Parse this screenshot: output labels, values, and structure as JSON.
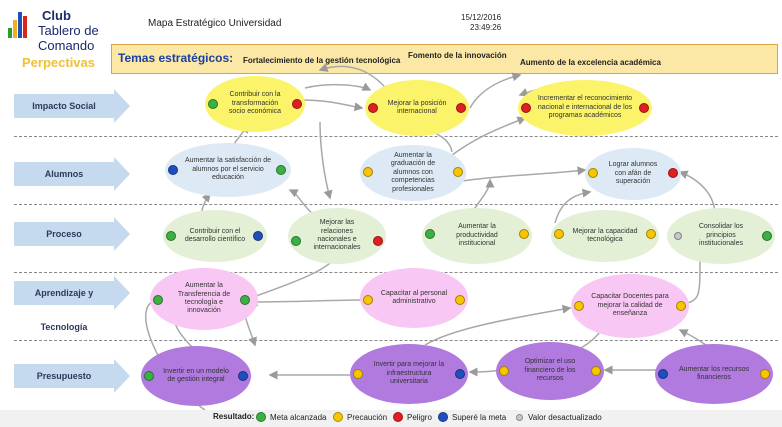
{
  "header": {
    "logo_club": "Club",
    "logo_tablero": "Tablero de Comando",
    "title": "Mapa Estratégico Universidad",
    "date": "15/12/2016",
    "time": "23:49:26"
  },
  "perspectives_label": "Perpectivas",
  "themes": {
    "title": "Temas estratégicos:",
    "items": [
      "Fortalecimiento de la gestión tecnológica",
      "Fomento de la innovación",
      "Aumento de la excelencia académica"
    ]
  },
  "rows": [
    "Impacto Social",
    "Alumnos",
    "Proceso",
    "Aprendizaje y Tecnología",
    "Presupuesto"
  ],
  "colors": {
    "green": "#3cb043",
    "yellow": "#f7c600",
    "red": "#e02020",
    "blue": "#1f4fbf",
    "gray": "#c8c8c8",
    "node_yellow": "#fbf36a",
    "node_blue": "#dde9f4",
    "node_green": "#e3f0d6",
    "node_pink": "#f9c7f4",
    "node_purple": "#b07adf",
    "arrow": "#c5d9ef",
    "row_label": "#2b3a5a"
  },
  "nodes": [
    {
      "id": "n1",
      "text": "Contribuir con la transformación socio económica",
      "fill": "yellow",
      "dots": [
        "green",
        "red"
      ]
    },
    {
      "id": "n2",
      "text": "Mejorar la posición internacional",
      "fill": "yellow",
      "dots": [
        "red",
        "red"
      ]
    },
    {
      "id": "n3",
      "text": "Incrementar el reconocimiento nacional e internacional de los programas académicos",
      "fill": "yellow",
      "dots": [
        "red",
        "red"
      ]
    },
    {
      "id": "n4",
      "text": "Aumentar la satisfacción de alumnos por el servicio educación",
      "fill": "blue",
      "dots": [
        "blue",
        "green"
      ]
    },
    {
      "id": "n5",
      "text": "Aumentar la graduación de alumnos con competencias profesionales",
      "fill": "blue",
      "dots": [
        "yellow",
        "yellow"
      ]
    },
    {
      "id": "n6",
      "text": "Lograr alumnos con afán de superación",
      "fill": "blue",
      "dots": [
        "yellow",
        "red"
      ]
    },
    {
      "id": "n7",
      "text": "Contribuir con el desarrollo científico",
      "fill": "green",
      "dots": [
        "green",
        "blue"
      ]
    },
    {
      "id": "n8",
      "text": "Mejorar las relaciones nacionales e internacionales",
      "fill": "green",
      "dots": [
        "green",
        "red"
      ]
    },
    {
      "id": "n9",
      "text": "Aumentar la productividad institucional",
      "fill": "green",
      "dots": [
        "green",
        "yellow"
      ]
    },
    {
      "id": "n10",
      "text": "Mejorar la capacidad tecnológica",
      "fill": "green",
      "dots": [
        "yellow",
        "yellow"
      ]
    },
    {
      "id": "n11",
      "text": "Consolidar los principios institucionales",
      "fill": "green",
      "dots": [
        "gray",
        "green"
      ]
    },
    {
      "id": "n12",
      "text": "Aumentar la Transferencia de tecnología e innovación",
      "fill": "pink",
      "dots": [
        "green",
        "green"
      ]
    },
    {
      "id": "n13",
      "text": "Capacitar al personal administrativo",
      "fill": "pink",
      "dots": [
        "yellow",
        "yellow"
      ]
    },
    {
      "id": "n14",
      "text": "Capacitar Docentes para mejorar la calidad de enseñanza",
      "fill": "pink",
      "dots": [
        "yellow",
        "yellow"
      ]
    },
    {
      "id": "n15",
      "text": "Invertir en un modelo de gestión integral",
      "fill": "purple",
      "dots": [
        "green",
        "blue"
      ]
    },
    {
      "id": "n16",
      "text": "Invertir para mejorar la infraestructura universitaria",
      "fill": "purple",
      "dots": [
        "yellow",
        "blue"
      ]
    },
    {
      "id": "n17",
      "text": "Optimizar el uso financiero de los recursos",
      "fill": "purple",
      "dots": [
        "yellow",
        "yellow"
      ]
    },
    {
      "id": "n18",
      "text": "Aumentar los recursos financieros",
      "fill": "purple",
      "dots": [
        "blue",
        "yellow"
      ]
    }
  ],
  "legend": {
    "title": "Resultado:",
    "items": [
      {
        "label": "Meta alcanzada",
        "color": "green"
      },
      {
        "label": "Precaución",
        "color": "yellow"
      },
      {
        "label": "Peligro",
        "color": "red"
      },
      {
        "label": "Superé la meta",
        "color": "blue"
      },
      {
        "label": "Valor desactualizado",
        "color": "gray"
      }
    ]
  }
}
